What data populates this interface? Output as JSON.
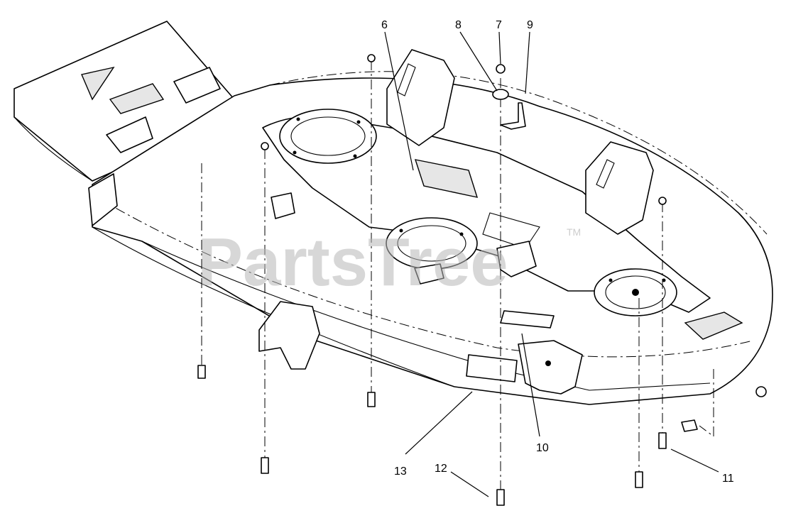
{
  "watermark": {
    "text": "PartsTree",
    "trademark": "TM"
  },
  "callouts": [
    {
      "id": "6",
      "label": "6"
    },
    {
      "id": "7",
      "label": "7"
    },
    {
      "id": "8",
      "label": "8"
    },
    {
      "id": "9",
      "label": "9"
    },
    {
      "id": "10",
      "label": "10"
    },
    {
      "id": "11",
      "label": "11"
    },
    {
      "id": "12",
      "label": "12"
    },
    {
      "id": "13",
      "label": "13"
    }
  ]
}
